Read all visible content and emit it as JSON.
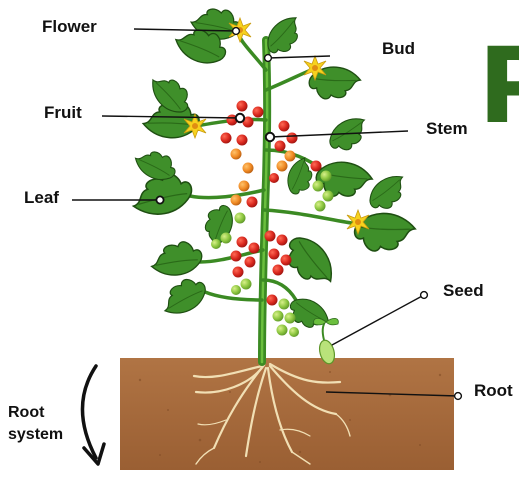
{
  "diagram": {
    "title_fragment": "P",
    "labels": {
      "flower": "Flower",
      "bud": "Bud",
      "fruit": "Fruit",
      "stem": "Stem",
      "leaf": "Leaf",
      "seed": "Seed",
      "root": "Root",
      "root_system_line1": "Root",
      "root_system_line2": "system"
    },
    "colors": {
      "title_green": "#2f6b1e",
      "leaf_green": "#3f8f2a",
      "soil_brown": "#a5693a",
      "root_tan": "#f1dfb4",
      "fruit_red": "#d9281e",
      "fruit_green": "#8cc63f",
      "flower_yellow": "#f7d21e"
    }
  }
}
